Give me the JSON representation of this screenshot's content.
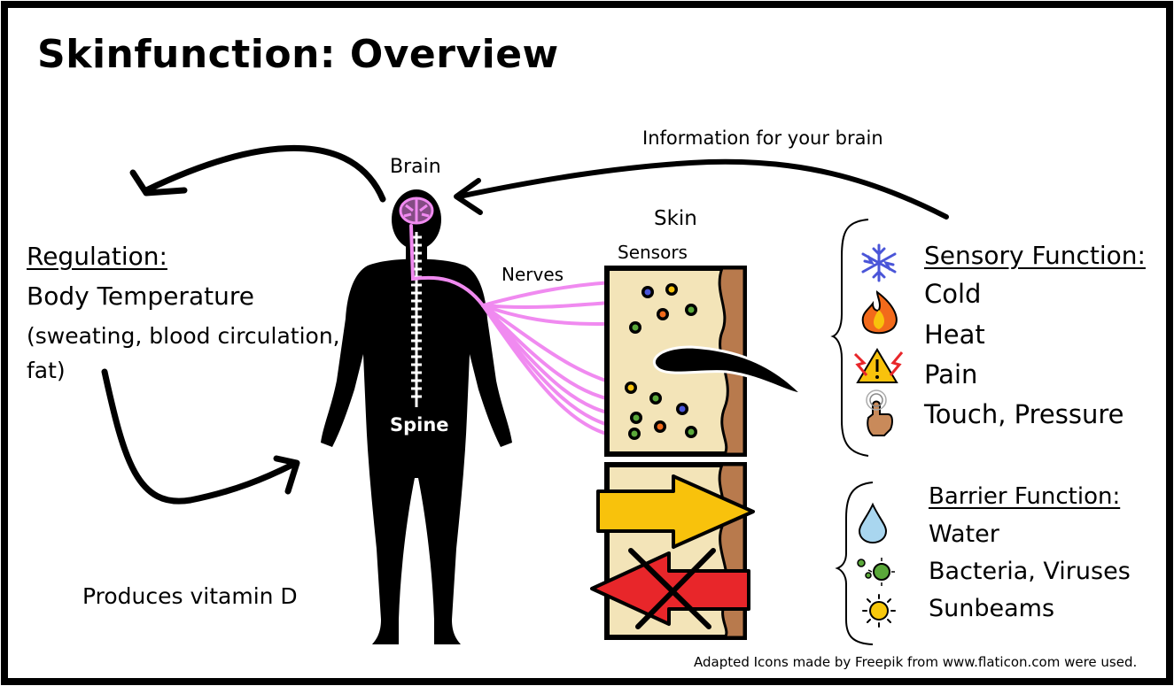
{
  "title": "Skinfunction: Overview",
  "labels": {
    "brain": "Brain",
    "info": "Information for your brain",
    "skin": "Skin",
    "sensors": "Sensors",
    "nerves": "Nerves",
    "spine": "Spine"
  },
  "regulation": {
    "heading": "Regulation:",
    "line1": "Body Temperature",
    "line2": "(sweating, blood circulation,",
    "line3": "fat)"
  },
  "vitamin": "Produces vitamin D",
  "sensory": {
    "heading": "Sensory Function:",
    "items": [
      {
        "label": "Cold",
        "icon": "snowflake-icon"
      },
      {
        "label": "Heat",
        "icon": "flame-icon"
      },
      {
        "label": "Pain",
        "icon": "pain-warning-icon"
      },
      {
        "label": "Touch, Pressure",
        "icon": "touch-hand-icon"
      }
    ]
  },
  "barrier": {
    "heading": "Barrier Function:",
    "items": [
      {
        "label": "Water",
        "icon": "water-drop-icon"
      },
      {
        "label": "Bacteria, Viruses",
        "icon": "bacteria-icon"
      },
      {
        "label": "Sunbeams",
        "icon": "sun-icon"
      }
    ]
  },
  "credit": "Adapted Icons made by Freepik from www.flaticon.com were used.",
  "colors": {
    "nerve": "#f08af0",
    "skin_fill": "#f3e4b8",
    "skin_edge": "#b87a4d",
    "arrow_in": "#f8c20c",
    "arrow_out": "#e8262a",
    "snowflake": "#4a55d8",
    "flame": "#f26a1b",
    "water": "#a9d6ef",
    "bacteria": "#5aa83a",
    "sun": "#f8c80c"
  }
}
